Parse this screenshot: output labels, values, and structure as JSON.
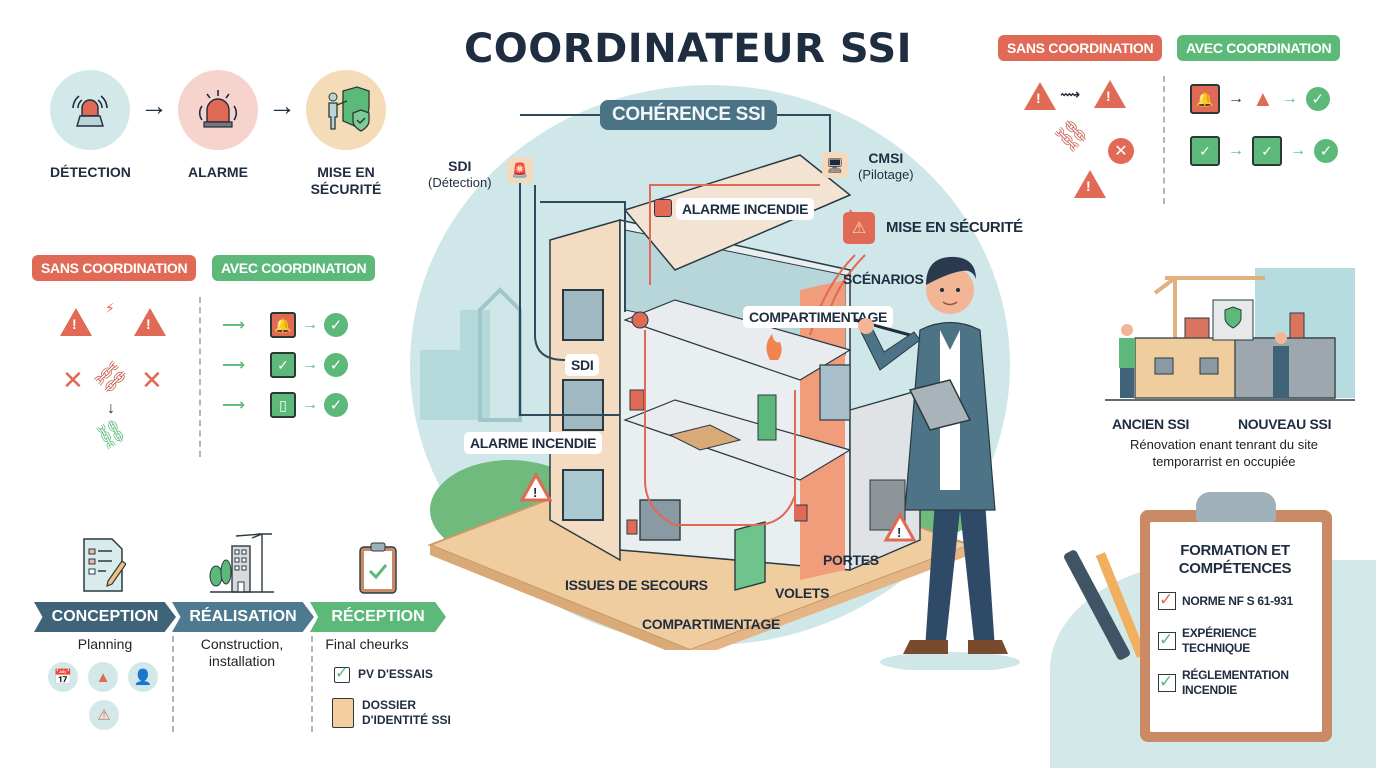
{
  "title": "COORDINATEUR SSI",
  "colors": {
    "dark": "#1f2d40",
    "red": "#e06a55",
    "green": "#5db97a",
    "blue": "#4a7386",
    "teal_bg": "#cfe7e9",
    "peach": "#f4d9bd"
  },
  "process_chain": [
    {
      "label": "DÉTECTION",
      "icon": "detector-siren-icon",
      "bg": "#d3e9e9"
    },
    {
      "label": "ALARME",
      "icon": "alarm-siren-icon",
      "bg": "#f6d3cc"
    },
    {
      "label": "MISE EN SÉCURITÉ",
      "icon": "shield-person-icon",
      "bg": "#f5dcb8"
    }
  ],
  "coordination_left": {
    "without_label": "SANS COORDINATION",
    "with_label": "AVEC COORDINATION"
  },
  "coordination_right": {
    "without_label": "SANS COORDINATION",
    "with_label": "AVEC COORDINATION"
  },
  "phases": [
    {
      "label": "CONCEPTION",
      "icon": "checklist-icon",
      "desc": "Planning",
      "color": "#3f6479"
    },
    {
      "label": "RÉALISATION",
      "icon": "crane-building-icon",
      "desc": "Construction, installation",
      "color": "#4d7a8e"
    },
    {
      "label": "RÉCEPTION",
      "icon": "clipboard-check-icon",
      "desc": "Final cheurks",
      "color": "#5db97a"
    }
  ],
  "reception_items": [
    {
      "label": "PV D'ESSAIS",
      "icon": "checkbox-icon"
    },
    {
      "label": "DOSSIER D'IDENTITÉ SSI",
      "icon": "document-icon"
    }
  ],
  "center": {
    "coherence": "COHÉRENCE SSI",
    "sdi_title": "SDI",
    "sdi_sub": "(Détection)",
    "cmsi_title": "CMSI",
    "cmsi_sub": "(Pilotage)",
    "alarme_top": "ALARME INCENDIE",
    "mise_en_securite": "MISE EN SÉCURITÉ",
    "scenarios": "SCÉNARIOS",
    "compartimentage_top": "COMPARTIMENTAGE",
    "sdi_label": "SDI",
    "alarme_left": "ALARME INCENDIE",
    "issues": "ISSUES DE SECOURS",
    "compartimentage_bottom": "COMPARTIMENTAGE",
    "volets": "VOLETS",
    "portes": "PORTES"
  },
  "renovation": {
    "old": "ANCIEN SSI",
    "new": "NOUVEAU SSI",
    "caption": "Rénovation enant tenrant du site temporarrist en occupiée"
  },
  "formation": {
    "title": "FORMATION ET COMPÉTENCES",
    "items": [
      {
        "label": "NORME NF S 61-931",
        "check_color": "#e06a55"
      },
      {
        "label": "EXPÉRIENCE TECHNIQUE",
        "check_color": "#5db97a"
      },
      {
        "label": "RÉGLEMENTATION INCENDIE",
        "check_color": "#5db97a"
      }
    ]
  }
}
